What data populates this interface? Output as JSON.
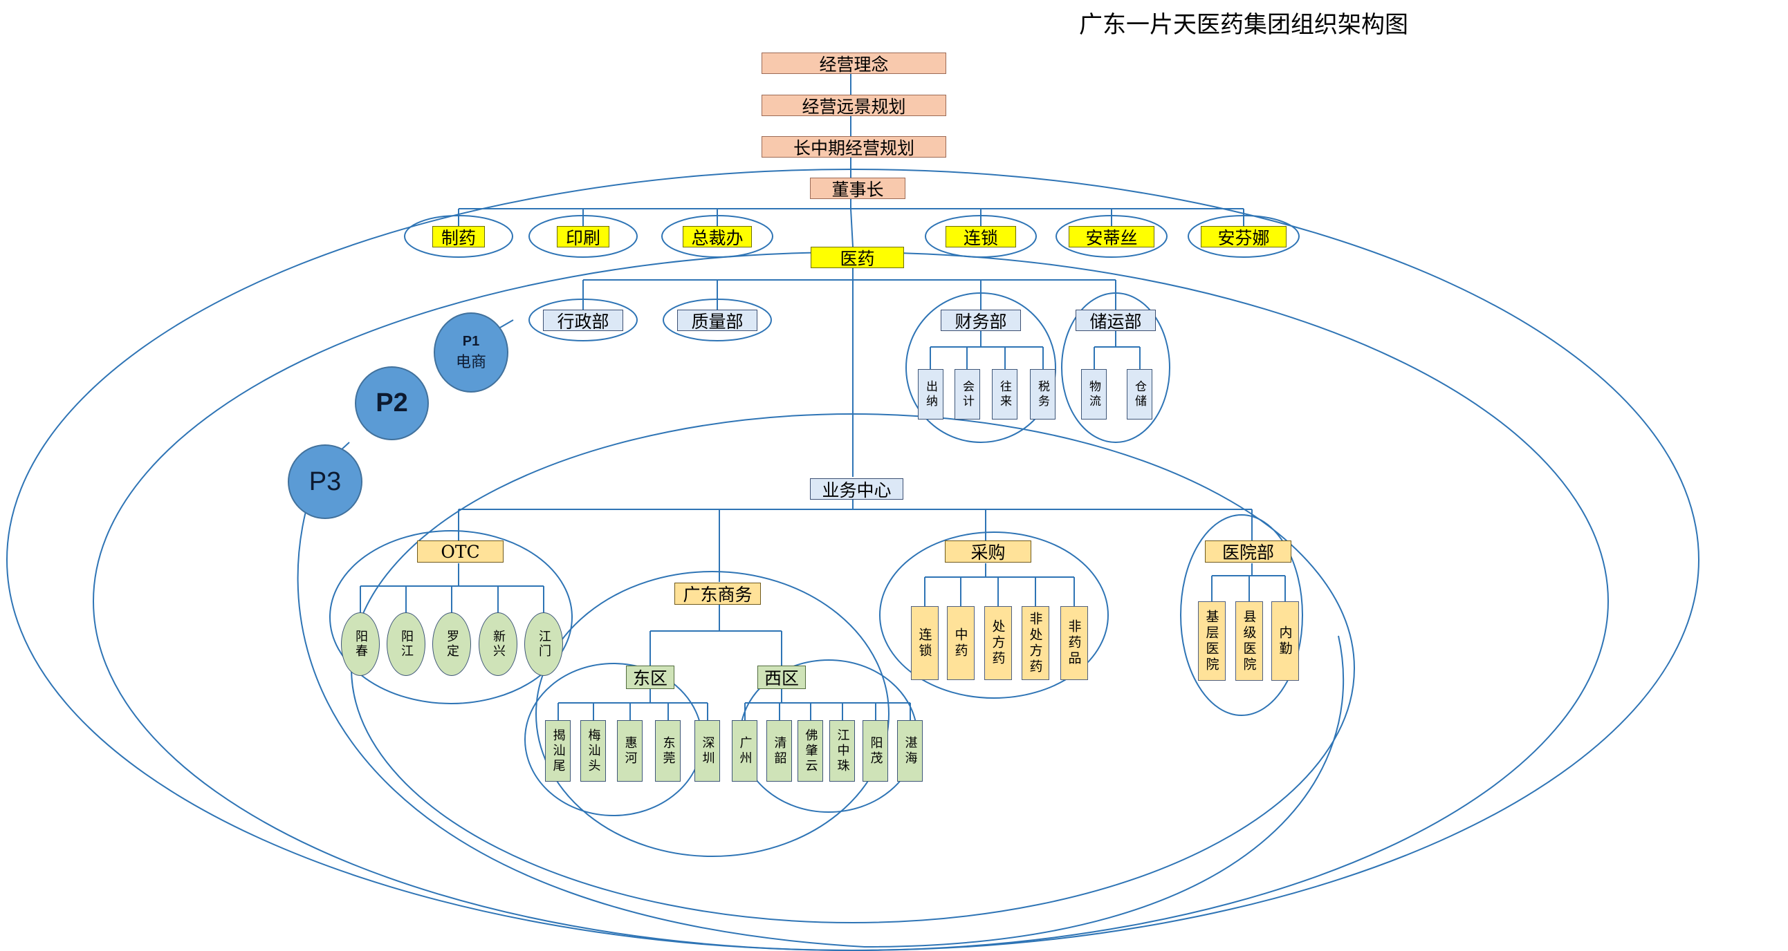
{
  "title": "广东一片天医药集团组织架构图",
  "colors": {
    "line": "#2e74b5",
    "peach": "#f8c9ad",
    "yellow": "#ffff00",
    "light_blue": "#dce8f6",
    "orange": "#ffe299",
    "green": "#cfe3b8",
    "circle_blue": "#5b9bd5"
  },
  "top_chain": [
    "经营理念",
    "经营远景规划",
    "长中期经营规划",
    "董事长"
  ],
  "divisions": [
    "制药",
    "印刷",
    "总裁办",
    "医药",
    "连锁",
    "安蒂丝",
    "安芬娜"
  ],
  "pharma_departments": [
    "行政部",
    "质量部",
    "财务部",
    "储运部"
  ],
  "finance_units": [
    "出纳",
    "会计",
    "往来",
    "税务"
  ],
  "logistics_units": [
    "物流",
    "仓储"
  ],
  "phases": [
    {
      "code": "P1",
      "label": "电商"
    },
    {
      "code": "P2",
      "label": ""
    },
    {
      "code": "P3",
      "label": ""
    }
  ],
  "business_center": "业务中心",
  "otc": {
    "name": "OTC",
    "units": [
      "阳春",
      "阳江",
      "罗定",
      "新兴",
      "江门"
    ]
  },
  "guangdong_commerce": {
    "name": "广东商务",
    "east": {
      "name": "东区",
      "units": [
        "揭汕尾",
        "梅汕头",
        "惠河",
        "东莞",
        "深圳"
      ]
    },
    "west": {
      "name": "西区",
      "units": [
        "广州",
        "清韶",
        "佛肇云",
        "江中珠",
        "阳茂",
        "湛海"
      ]
    }
  },
  "procurement": {
    "name": "采购",
    "units": [
      "连锁",
      "中药",
      "处方药",
      "非处方药",
      "非药品"
    ]
  },
  "hospital": {
    "name": "医院部",
    "units": [
      "基层医院",
      "县级医院",
      "内勤"
    ]
  }
}
